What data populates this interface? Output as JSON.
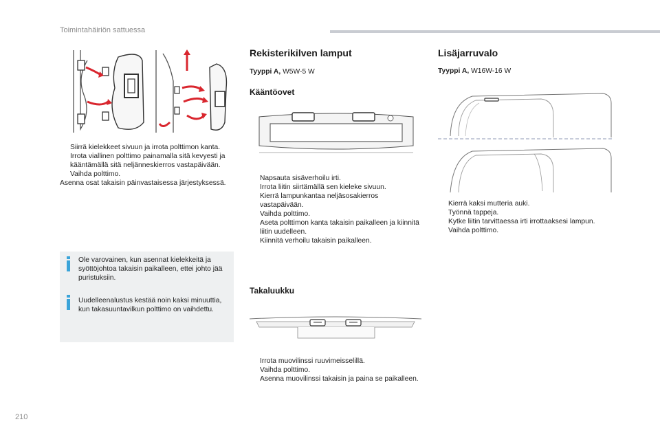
{
  "header": {
    "title": "Toimintahäiriön sattuessa"
  },
  "page_number": "210",
  "left_column": {
    "steps": [
      "Siirrä kielekkeet sivuun ja irrota polttimon kanta.",
      "Irrota viallinen polttimo painamalla sitä kevyesti ja kääntämällä sitä neljänneskierros vastapäivään.",
      "Vaihda polttimo."
    ],
    "after_text": "Asenna osat takaisin päinvastaisessa järjestyksessä.",
    "note1": "Ole varovainen, kun asennat kielekkeitä ja syöttöjohtoa takaisin paikalleen, ettei johto jää puristuksiin.",
    "note2": "Uudelleenalustus kestää noin kaksi minuuttia, kun takasuuntavilkun polttimo on vaihdettu."
  },
  "middle_column": {
    "title": "Rekisterikilven lamput",
    "type_label": "Tyyppi A,",
    "type_value": " W5W-5 W",
    "section1_title": "Kääntöovet",
    "section1_steps": [
      "Napsauta sisäverhoilu irti.",
      "Irrota liitin siirtämällä sen kieleke sivuun.",
      "Kierrä lampunkantaa neljäsosakierros vastapäivään.",
      "Vaihda polttimo.",
      "Aseta polttimon kanta takaisin paikalleen ja kiinnitä liitin uudelleen.",
      "Kiinnitä verhoilu takaisin paikalleen."
    ],
    "section2_title": "Takaluukku",
    "section2_steps": [
      "Irrota muovilinssi ruuvimeisselillä.",
      "Vaihda polttimo.",
      "Asenna muovilinssi takaisin ja paina se paikalleen."
    ]
  },
  "right_column": {
    "title": "Lisäjarruvalo",
    "type_label": "Tyyppi A,",
    "type_value": " W16W-16 W",
    "steps": [
      "Kierrä kaksi mutteria auki.",
      "Työnnä tappeja.",
      "Kytke liitin tarvittaessa irti irrottaaksesi lampun.",
      "Vaihda polttimo."
    ]
  },
  "bullet_glyph": "",
  "colors": {
    "accent_red": "#d9262e",
    "info_blue": "#3aa4d9",
    "note_bg": "#eef0f1",
    "header_bar": "#c9ccd2"
  }
}
